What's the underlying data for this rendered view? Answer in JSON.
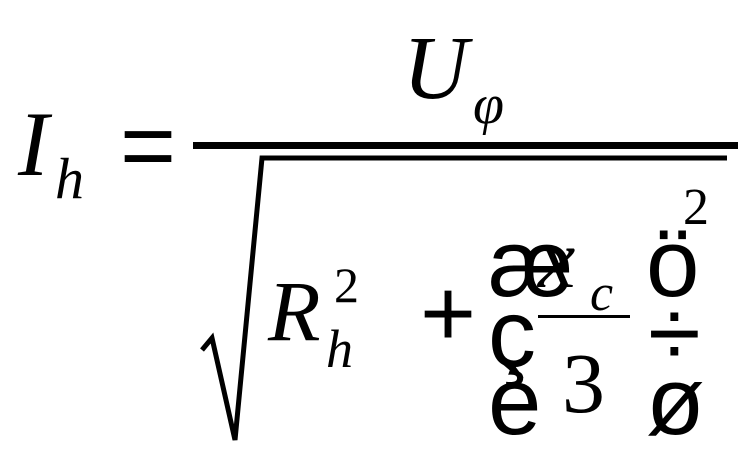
{
  "formula": {
    "lhs": {
      "symbol": "I",
      "subscript": "h"
    },
    "equals": "=",
    "numerator": {
      "symbol": "U",
      "subscript": "φ"
    },
    "denominator": {
      "r_symbol": "R",
      "r_subscript": "h",
      "r_exponent": "2",
      "plus": "+",
      "inner_num_symbol": "x",
      "inner_num_subscript": "c",
      "inner_den": "3",
      "outer_exponent": "2",
      "left_paren_glyphs": [
        "æ",
        "ç",
        "è"
      ],
      "right_paren_glyphs": [
        "ö",
        "÷",
        "ø"
      ]
    }
  }
}
